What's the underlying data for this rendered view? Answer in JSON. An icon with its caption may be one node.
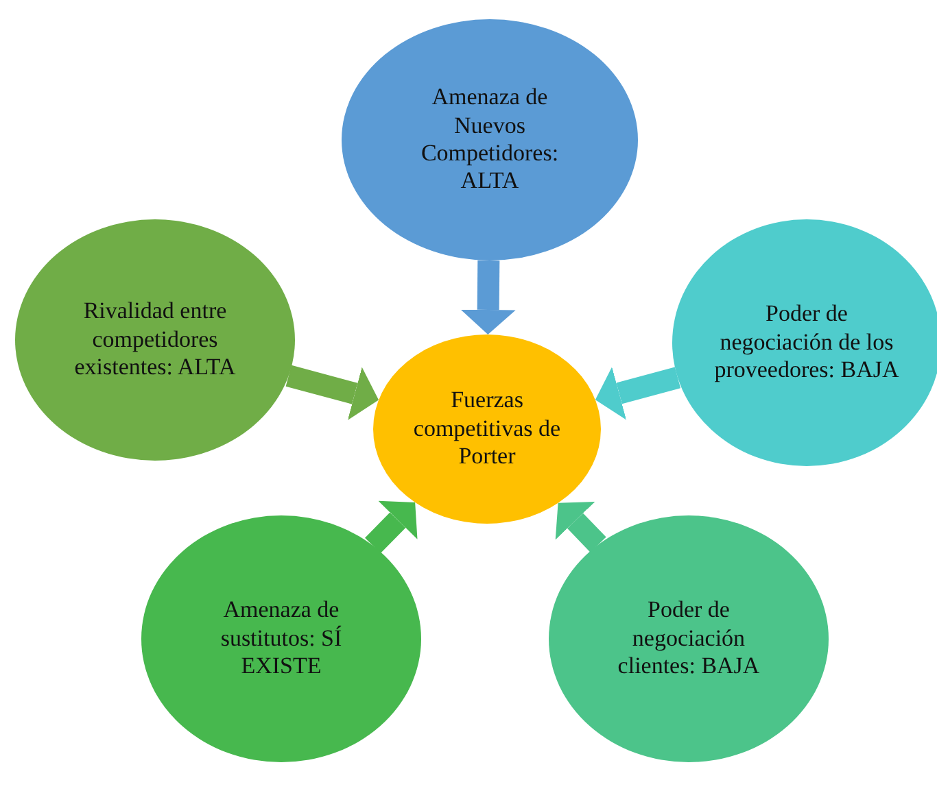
{
  "diagram": {
    "nodes": [
      {
        "text": [
          "Fuerzas competitivas de Porter"
        ]
      },
      {
        "text": [
          "Amenaza de Nuevos Competidores: ALTA"
        ]
      },
      {
        "text": [
          "Rivalidad entre competidores existentes: ALTA"
        ]
      },
      {
        "text": [
          "Poder de negociación de los proveedores: BAJA"
        ]
      },
      {
        "text": [
          "Amenaza de sustitutos: SÍ EXISTE"
        ]
      },
      {
        "text": [
          "Poder de negociación clientes: BAJA"
        ]
      }
    ],
    "edges": [
      {
        "from": 1,
        "to": 0,
        "arrow": "to",
        "color": "#5b9bd5"
      },
      {
        "from": 2,
        "to": 0,
        "arrow": "to",
        "color": "#70ad47"
      },
      {
        "from": 3,
        "to": 0,
        "arrow": "to",
        "color": "#4fcccc"
      },
      {
        "from": 4,
        "to": 0,
        "arrow": "to",
        "color": "#47b84e"
      },
      {
        "from": 5,
        "to": 0,
        "arrow": "to",
        "color": "#4cc48a"
      }
    ]
  }
}
